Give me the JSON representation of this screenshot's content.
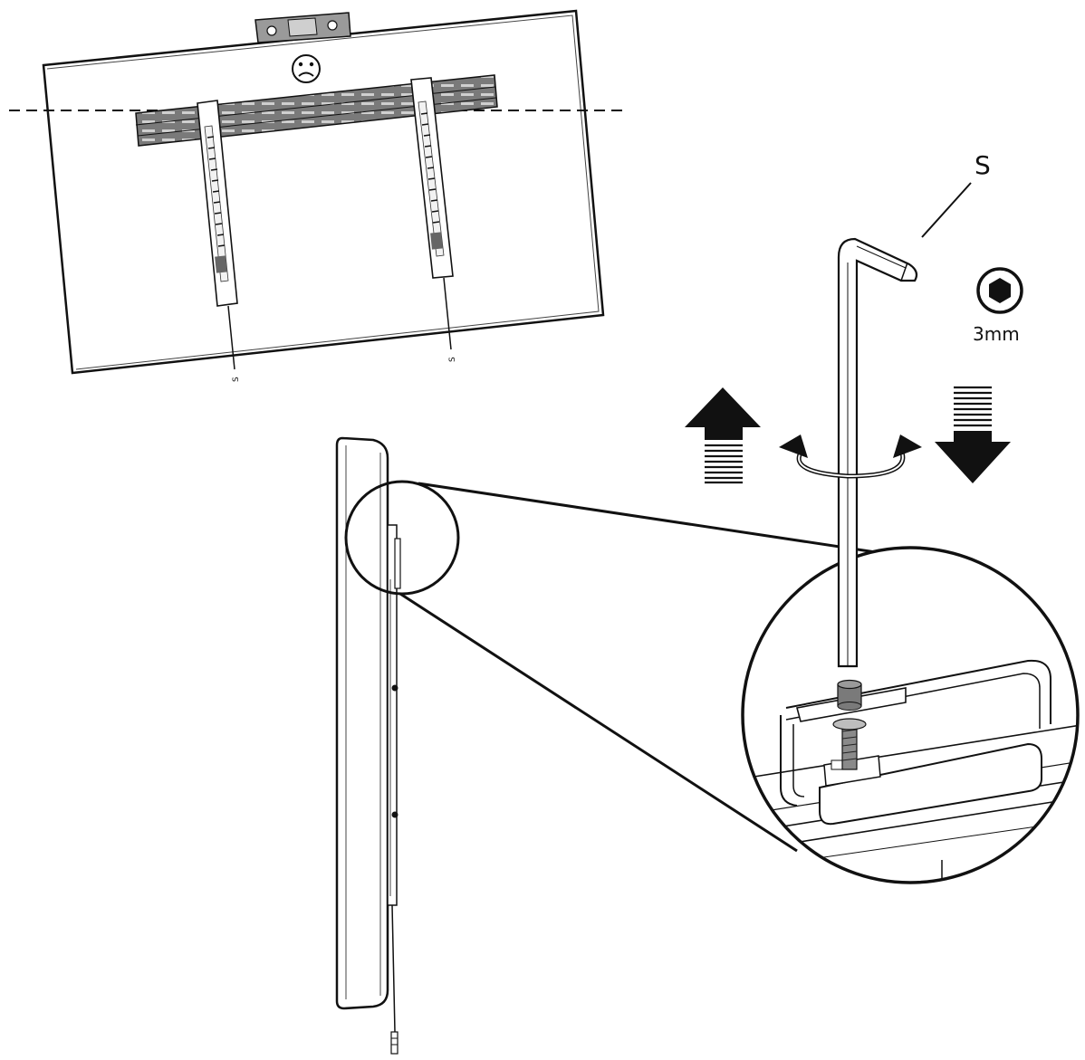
{
  "labels": {
    "part_letter": "S",
    "hex_size": "3mm",
    "bracket_marks": [
      "S",
      "S"
    ]
  },
  "icons": {
    "level_indicator": "sad-face-icon",
    "hex_key_symbol": "hex-socket-icon",
    "direction_up": "arrow-up-icon",
    "direction_down": "arrow-down-icon",
    "rotation": "rotate-arrow-icon"
  },
  "colors": {
    "ink": "#111111",
    "rail": "#6a6a6a",
    "paper": "#ffffff"
  }
}
